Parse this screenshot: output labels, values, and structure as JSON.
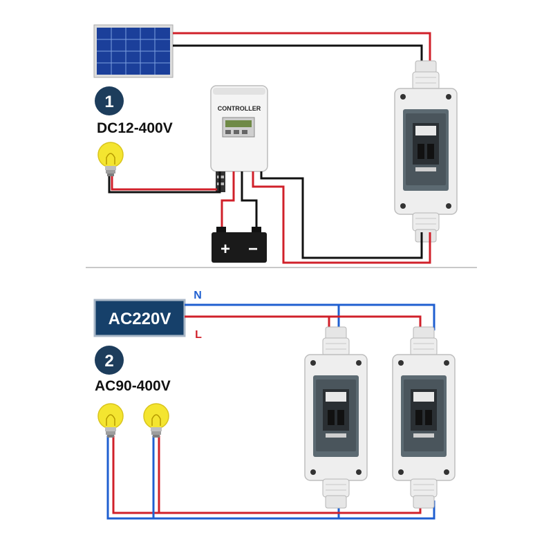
{
  "section1": {
    "number": "1",
    "voltage": "DC12-400V",
    "controller_label": "CONTROLLER",
    "battery_plus": "+",
    "battery_minus": "−"
  },
  "section2": {
    "number": "2",
    "voltage": "AC90-400V",
    "source_label": "AC220V",
    "neutral_label": "N",
    "live_label": "L"
  },
  "colors": {
    "red_wire": "#d0202a",
    "black_wire": "#111111",
    "blue_wire": "#1f5fd0",
    "badge": "#1d3d5c",
    "ac_box": "#16406a",
    "solar_cell": "#1b3f9a",
    "bulb": "#f4e530"
  },
  "icons": [
    "solar-panel-icon",
    "controller-icon",
    "battery-icon",
    "light-bulb-icon",
    "breaker-box-icon"
  ]
}
